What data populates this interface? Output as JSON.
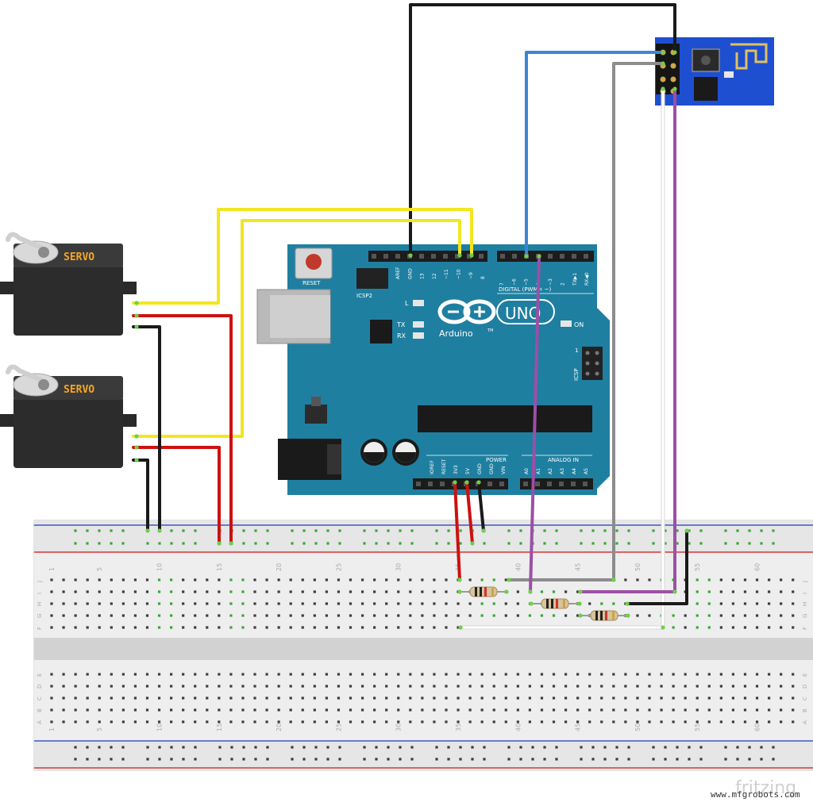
{
  "servos": [
    {
      "label": "SERVO"
    },
    {
      "label": "SERVO"
    }
  ],
  "arduino": {
    "brand_text": "UNO",
    "name": "Arduino",
    "reset_label": "RESET",
    "icsp2_label": "ICSP2",
    "icsp_label": "ICSP",
    "icsp_pin1": "1",
    "led_l": "L",
    "led_tx": "TX",
    "led_rx": "RX",
    "led_on": "ON",
    "tm": "TM",
    "digital_label": "DIGITAL (PWM= ~)",
    "power_label": "POWER",
    "analog_label": "ANALOG IN",
    "top_headers": [
      "AREF",
      "GND",
      "13",
      "12",
      "~11",
      "~10",
      "~9",
      "8"
    ],
    "top_headers2": [
      "7",
      "~6",
      "~5",
      "4",
      "~3",
      "2",
      "TX▶1",
      "RX◀0"
    ],
    "bottom_power": [
      "IOREF",
      "RESET",
      "3V3",
      "5V",
      "GND",
      "GND",
      "VIN"
    ],
    "bottom_analog": [
      "A0",
      "A1",
      "A2",
      "A3",
      "A4",
      "A5"
    ]
  },
  "breadboard": {
    "col_numbers": [
      "1",
      "5",
      "10",
      "15",
      "20",
      "25",
      "30",
      "35",
      "40",
      "45",
      "50",
      "55",
      "60"
    ],
    "row_letters_top": [
      "J",
      "I",
      "H",
      "G",
      "F"
    ],
    "row_letters_bottom": [
      "E",
      "D",
      "C",
      "B",
      "A"
    ]
  },
  "colors": {
    "board": "#1f7fa0",
    "wire_black": "#1a1a1a",
    "wire_red": "#cc1111",
    "wire_yellow": "#f2e61e",
    "wire_blue": "#3a86d4",
    "wire_gray": "#8c8c8c",
    "wire_white": "#f4f4f4",
    "wire_purple": "#9c4fa6",
    "esp_blue": "#1f4fd1"
  },
  "footer": {
    "fritzing": "fritzing",
    "watermark": "www.mfgrobots.com"
  }
}
